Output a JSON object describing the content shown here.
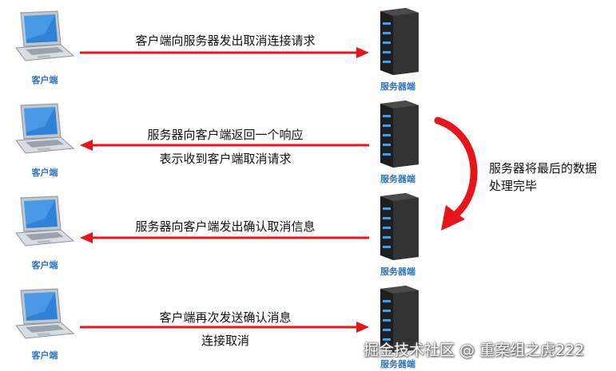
{
  "client_label": "客户端",
  "server_label": "服务器端",
  "steps": [
    {
      "direction": "client-to-server",
      "lines": [
        "客户端向服务器发出取消连接请求"
      ]
    },
    {
      "direction": "server-to-client",
      "lines": [
        "服务器向客户端返回一个响应",
        "表示收到客户端取消请求"
      ]
    },
    {
      "direction": "server-to-client",
      "lines": [
        "服务器向客户端发出确认取消信息"
      ]
    },
    {
      "direction": "client-to-server",
      "lines": [
        "客户端再次发送确认消息",
        "连接取消"
      ]
    }
  ],
  "side_note": {
    "lines": [
      "服务器将最后的数据",
      "处理完毕"
    ]
  },
  "watermark": "掘金技术社区 @ 重案组之虎222",
  "colors": {
    "arrow": "#e8141b",
    "label": "#2f74c0",
    "server": "#2b2b2b",
    "server_light": "#3aa0ff"
  }
}
